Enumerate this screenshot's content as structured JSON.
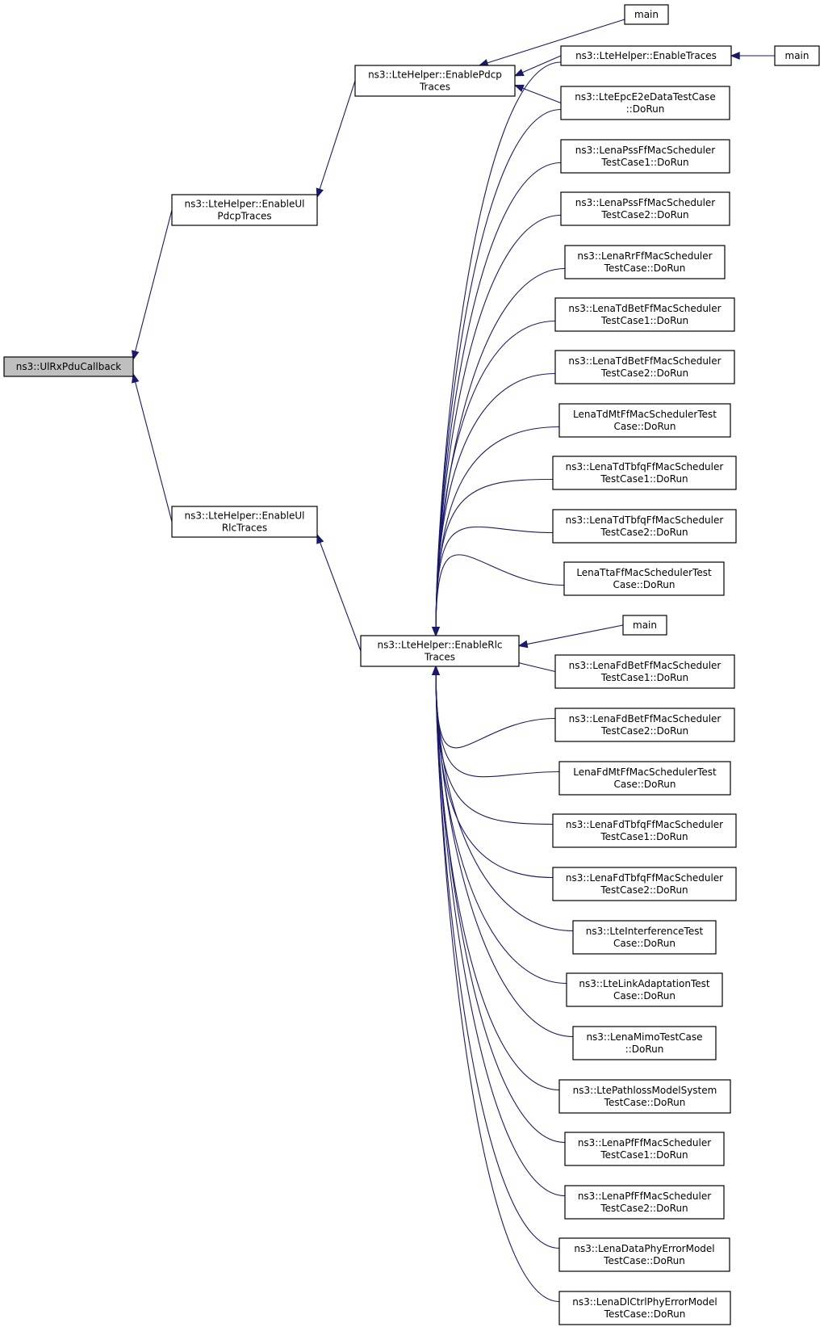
{
  "nodes": [
    {
      "id": "root",
      "lines": [
        "ns3::UlRxPduCallback"
      ],
      "root": true
    },
    {
      "id": "ulpdcp",
      "lines": [
        "ns3::LteHelper::EnableUl",
        "PdcpTraces"
      ]
    },
    {
      "id": "ulrlc",
      "lines": [
        "ns3::LteHelper::EnableUl",
        "RlcTraces"
      ]
    },
    {
      "id": "pdcp",
      "lines": [
        "ns3::LteHelper::EnablePdcp",
        "Traces"
      ]
    },
    {
      "id": "rlc",
      "lines": [
        "ns3::LteHelper::EnableRlc",
        "Traces"
      ]
    },
    {
      "id": "main1",
      "lines": [
        "main"
      ]
    },
    {
      "id": "traces",
      "lines": [
        "ns3::LteHelper::EnableTraces"
      ]
    },
    {
      "id": "main2",
      "lines": [
        "main"
      ]
    },
    {
      "id": "epce2e",
      "lines": [
        "ns3::LteEpcE2eDataTestCase",
        "::DoRun"
      ]
    },
    {
      "id": "pss1",
      "lines": [
        "ns3::LenaPssFfMacScheduler",
        "TestCase1::DoRun"
      ]
    },
    {
      "id": "pss2",
      "lines": [
        "ns3::LenaPssFfMacScheduler",
        "TestCase2::DoRun"
      ]
    },
    {
      "id": "rr",
      "lines": [
        "ns3::LenaRrFfMacScheduler",
        "TestCase::DoRun"
      ]
    },
    {
      "id": "tdbet1",
      "lines": [
        "ns3::LenaTdBetFfMacScheduler",
        "TestCase1::DoRun"
      ]
    },
    {
      "id": "tdbet2",
      "lines": [
        "ns3::LenaTdBetFfMacScheduler",
        "TestCase2::DoRun"
      ]
    },
    {
      "id": "tdmt",
      "lines": [
        "LenaTdMtFfMacSchedulerTest",
        "Case::DoRun"
      ]
    },
    {
      "id": "tdtbfq1",
      "lines": [
        "ns3::LenaTdTbfqFfMacScheduler",
        "TestCase1::DoRun"
      ]
    },
    {
      "id": "tdtbfq2",
      "lines": [
        "ns3::LenaTdTbfqFfMacScheduler",
        "TestCase2::DoRun"
      ]
    },
    {
      "id": "tta",
      "lines": [
        "LenaTtaFfMacSchedulerTest",
        "Case::DoRun"
      ]
    },
    {
      "id": "main3",
      "lines": [
        "main"
      ]
    },
    {
      "id": "fdbet1",
      "lines": [
        "ns3::LenaFdBetFfMacScheduler",
        "TestCase1::DoRun"
      ]
    },
    {
      "id": "fdbet2",
      "lines": [
        "ns3::LenaFdBetFfMacScheduler",
        "TestCase2::DoRun"
      ]
    },
    {
      "id": "fdmt",
      "lines": [
        "LenaFdMtFfMacSchedulerTest",
        "Case::DoRun"
      ]
    },
    {
      "id": "fdtbfq1",
      "lines": [
        "ns3::LenaFdTbfqFfMacScheduler",
        "TestCase1::DoRun"
      ]
    },
    {
      "id": "fdtbfq2",
      "lines": [
        "ns3::LenaFdTbfqFfMacScheduler",
        "TestCase2::DoRun"
      ]
    },
    {
      "id": "interf",
      "lines": [
        "ns3::LteInterferenceTest",
        "Case::DoRun"
      ]
    },
    {
      "id": "linkadapt",
      "lines": [
        "ns3::LteLinkAdaptationTest",
        "Case::DoRun"
      ]
    },
    {
      "id": "mimo",
      "lines": [
        "ns3::LenaMimoTestCase",
        "::DoRun"
      ]
    },
    {
      "id": "pathloss",
      "lines": [
        "ns3::LtePathlossModelSystem",
        "TestCase::DoRun"
      ]
    },
    {
      "id": "pf1",
      "lines": [
        "ns3::LenaPfFfMacScheduler",
        "TestCase1::DoRun"
      ]
    },
    {
      "id": "pf2",
      "lines": [
        "ns3::LenaPfFfMacScheduler",
        "TestCase2::DoRun"
      ]
    },
    {
      "id": "dataphy",
      "lines": [
        "ns3::LenaDataPhyErrorModel",
        "TestCase::DoRun"
      ]
    },
    {
      "id": "dlctrl",
      "lines": [
        "ns3::LenaDlCtrlPhyErrorModel",
        "TestCase::DoRun"
      ]
    }
  ],
  "edges": [
    {
      "from": "ulpdcp",
      "to": "root"
    },
    {
      "from": "ulrlc",
      "to": "root"
    },
    {
      "from": "pdcp",
      "to": "ulpdcp"
    },
    {
      "from": "rlc",
      "to": "ulrlc"
    },
    {
      "from": "main1",
      "to": "pdcp"
    },
    {
      "from": "traces",
      "to": "pdcp"
    },
    {
      "from": "epce2e",
      "to": "pdcp"
    },
    {
      "from": "main2",
      "to": "traces"
    },
    {
      "from": "traces",
      "to": "rlc"
    },
    {
      "from": "epce2e",
      "to": "rlc"
    },
    {
      "from": "pss1",
      "to": "rlc"
    },
    {
      "from": "pss2",
      "to": "rlc"
    },
    {
      "from": "rr",
      "to": "rlc"
    },
    {
      "from": "tdbet1",
      "to": "rlc"
    },
    {
      "from": "tdbet2",
      "to": "rlc"
    },
    {
      "from": "tdmt",
      "to": "rlc"
    },
    {
      "from": "tdtbfq1",
      "to": "rlc"
    },
    {
      "from": "tdtbfq2",
      "to": "rlc"
    },
    {
      "from": "tta",
      "to": "rlc"
    },
    {
      "from": "main3",
      "to": "rlc"
    },
    {
      "from": "fdbet1",
      "to": "rlc"
    },
    {
      "from": "fdbet2",
      "to": "rlc"
    },
    {
      "from": "fdmt",
      "to": "rlc"
    },
    {
      "from": "fdtbfq1",
      "to": "rlc"
    },
    {
      "from": "fdtbfq2",
      "to": "rlc"
    },
    {
      "from": "interf",
      "to": "rlc"
    },
    {
      "from": "linkadapt",
      "to": "rlc"
    },
    {
      "from": "mimo",
      "to": "rlc"
    },
    {
      "from": "pathloss",
      "to": "rlc"
    },
    {
      "from": "pf1",
      "to": "rlc"
    },
    {
      "from": "pf2",
      "to": "rlc"
    },
    {
      "from": "dataphy",
      "to": "rlc"
    },
    {
      "from": "dlctrl",
      "to": "rlc"
    }
  ],
  "colors": {
    "edge": "#191970",
    "root_fill": "#bfbfbf",
    "node_fill": "#ffffff",
    "border": "#000000"
  }
}
